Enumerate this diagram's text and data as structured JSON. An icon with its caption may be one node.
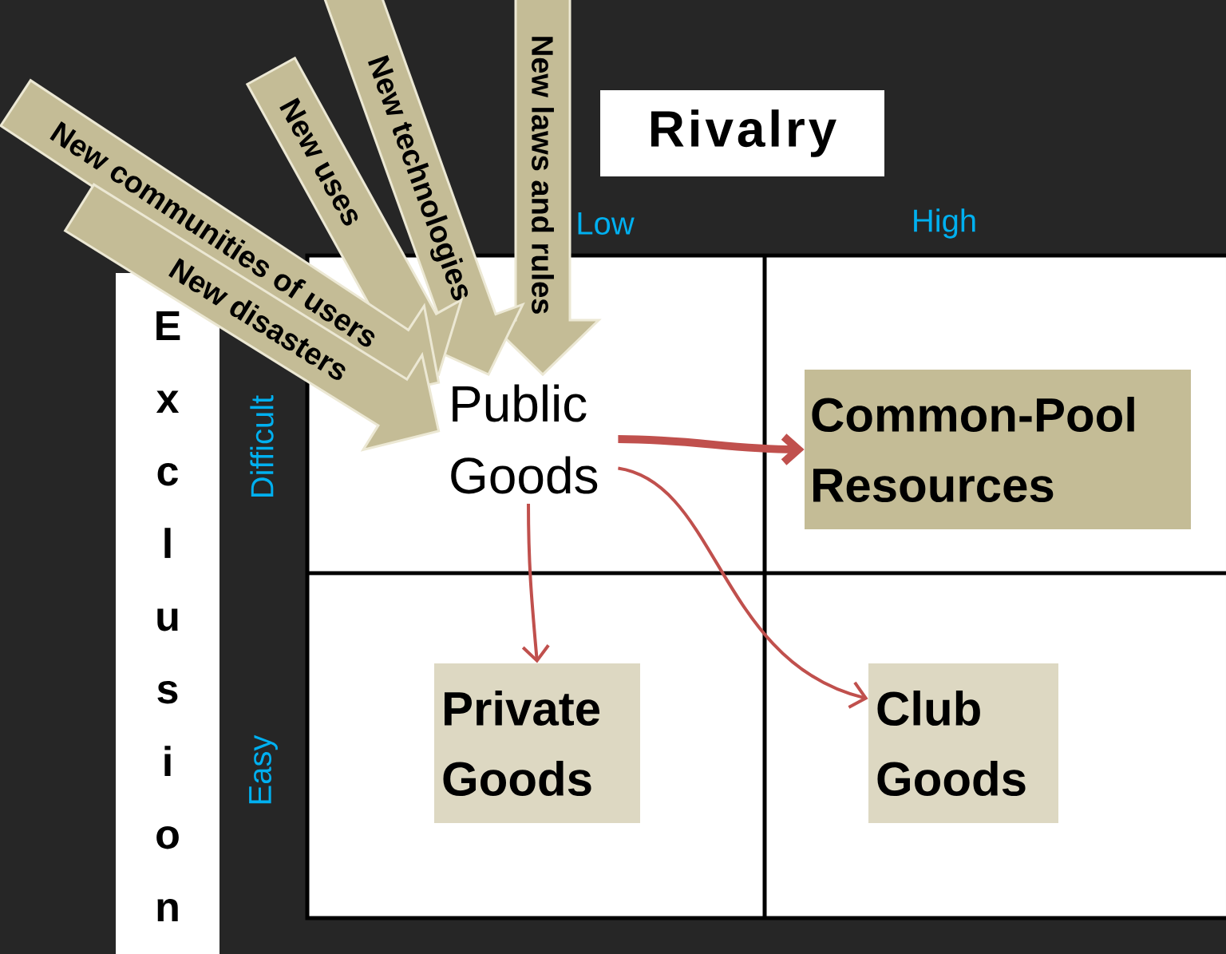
{
  "diagram": {
    "nodes": [
      {
        "text": [
          "Rivalry"
        ]
      },
      {
        "text": [
          "Exclusion"
        ]
      },
      {
        "text": [
          "Public Goods"
        ]
      },
      {
        "text": [
          "Common-Pool Resources"
        ]
      },
      {
        "text": [
          "Private Goods"
        ]
      },
      {
        "text": [
          "Club Goods"
        ]
      }
    ],
    "edges": [
      {
        "from": 2,
        "to": 3,
        "arrow": "to",
        "style": "thick"
      },
      {
        "from": 2,
        "to": 4,
        "arrow": "to"
      },
      {
        "from": 2,
        "to": 5,
        "arrow": "to"
      },
      {
        "from": null,
        "to": 2,
        "arrow": "to",
        "label": "New laws and rules"
      },
      {
        "from": null,
        "to": 2,
        "arrow": "to",
        "label": "New technologies"
      },
      {
        "from": null,
        "to": 2,
        "arrow": "to",
        "label": "New uses"
      },
      {
        "from": null,
        "to": 2,
        "arrow": "to",
        "label": "New communities of users"
      },
      {
        "from": null,
        "to": 2,
        "arrow": "to",
        "label": "New disasters"
      }
    ],
    "labels": [
      "Low",
      "High",
      "Difficult",
      "Easy"
    ]
  }
}
